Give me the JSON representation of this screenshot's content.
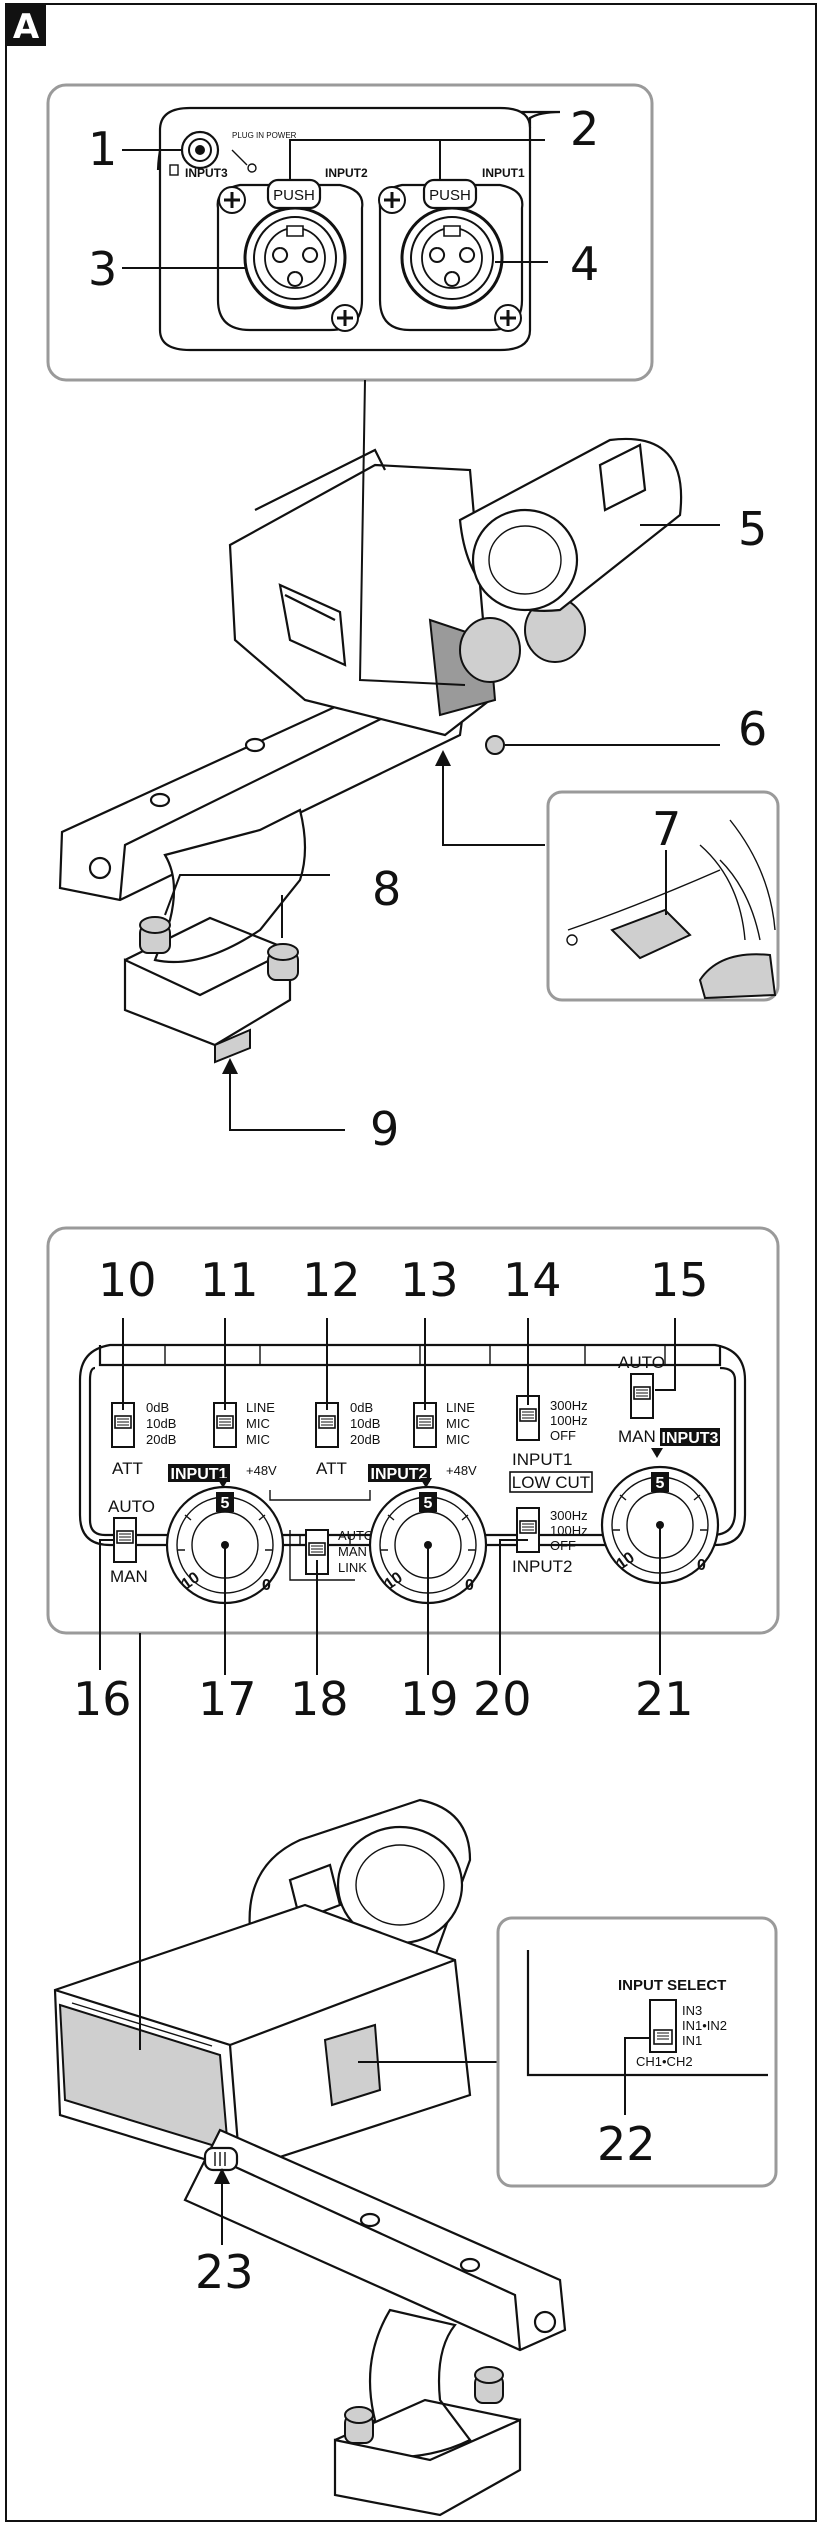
{
  "section_letter": "A",
  "callouts": [
    "1",
    "2",
    "3",
    "4",
    "5",
    "6",
    "7",
    "8",
    "9",
    "10",
    "11",
    "12",
    "13",
    "14",
    "15",
    "16",
    "17",
    "18",
    "19",
    "20",
    "21",
    "22",
    "23"
  ],
  "connector_panel": {
    "input3": "INPUT3",
    "input2": "INPUT2",
    "input1": "INPUT1",
    "plug_in_power": "PLUG IN POWER",
    "push": "PUSH"
  },
  "control_panel": {
    "att": "ATT",
    "att_options": [
      "0dB",
      "10dB",
      "20dB"
    ],
    "line_options": [
      "LINE",
      "MIC",
      "MIC"
    ],
    "phantom": "+48V",
    "input1": "INPUT1",
    "input2": "INPUT2",
    "input3": "INPUT3",
    "lowcut_options": [
      "300Hz",
      "100Hz",
      "OFF"
    ],
    "low_cut": "LOW CUT",
    "auto": "AUTO",
    "man": "MAN",
    "link_options": [
      "AUTO",
      "MAN",
      "LINK"
    ],
    "dial_mark_top": "5",
    "dial_mark_bottom": "10",
    "dial_mark_zero": "0"
  },
  "input_select": {
    "title": "INPUT SELECT",
    "options": [
      "IN3",
      "IN1•IN2",
      "IN1"
    ],
    "bottom": "CH1•CH2"
  }
}
